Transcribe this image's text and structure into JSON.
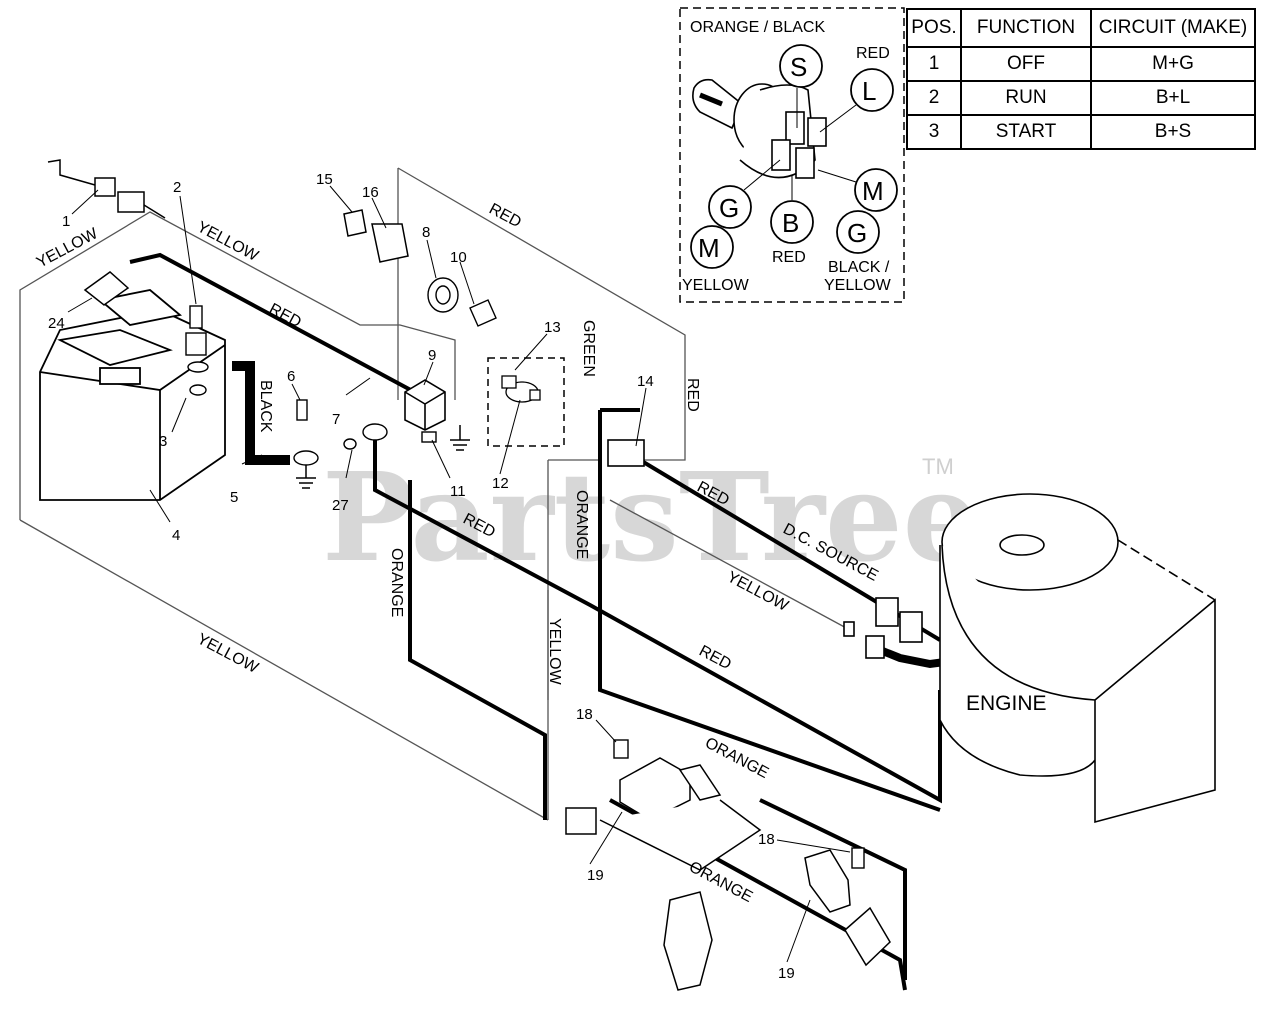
{
  "diagram": {
    "watermark": "PartsTree",
    "trademark": "TM",
    "wire_labels": {
      "yellow": "YELLOW",
      "red": "RED",
      "black": "BLACK",
      "green": "GREEN",
      "orange": "ORANGE",
      "dc_source": "D.C. SOURCE"
    },
    "engine_label": "ENGINE",
    "callouts": [
      "1",
      "2",
      "3",
      "4",
      "5",
      "6",
      "7",
      "8",
      "9",
      "10",
      "11",
      "12",
      "13",
      "14",
      "15",
      "16",
      "18",
      "19",
      "24",
      "27"
    ]
  },
  "switch_detail": {
    "orange_black": "ORANGE / BLACK",
    "red": "RED",
    "yellow": "YELLOW",
    "black_yellow_1": "BLACK /",
    "black_yellow_2": "YELLOW",
    "terminals": {
      "s": "S",
      "l": "L",
      "m": "M",
      "g": "G",
      "b": "B"
    }
  },
  "position_table": {
    "headers": [
      "POS.",
      "FUNCTION",
      "CIRCUIT  (MAKE)"
    ],
    "rows": [
      [
        "1",
        "OFF",
        "M+G"
      ],
      [
        "2",
        "RUN",
        "B+L"
      ],
      [
        "3",
        "START",
        "B+S"
      ]
    ]
  }
}
